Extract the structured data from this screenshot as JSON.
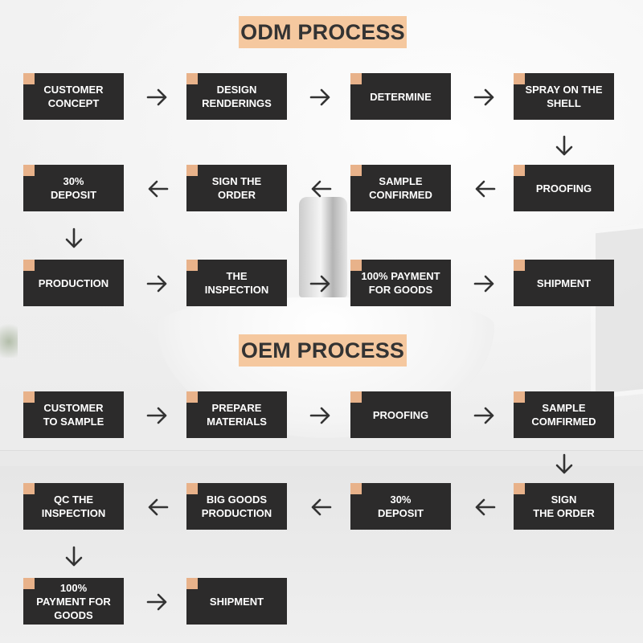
{
  "odm": {
    "title": "ODM PROCESS",
    "steps": [
      "CUSTOMER\nCONCEPT",
      "DESIGN\nRENDERINGS",
      "DETERMINE",
      "SPRAY ON THE\nSHELL",
      "PROOFING",
      "SAMPLE\nCONFIRMED",
      "SIGN THE\nORDER",
      "30%\nDEPOSIT",
      "PRODUCTION",
      "THE\nINSPECTION",
      "100% PAYMENT\nFOR GOODS",
      "SHIPMENT"
    ]
  },
  "oem": {
    "title": "OEM PROCESS",
    "steps": [
      "CUSTOMER\nTO SAMPLE",
      "PREPARE\nMATERIALS",
      "PROOFING",
      "SAMPLE\nCOMFIRMED",
      "SIGN\nTHE ORDER",
      "30%\nDEPOSIT",
      "BIG GOODS\nPRODUCTION",
      "QC THE\nINSPECTION",
      "100%\nPAYMENT FOR\nGOODS",
      "SHIPMENT"
    ]
  },
  "colors": {
    "box": "#2c2b2b",
    "corner_accent": "#e8b28a",
    "title_bg": "#f5c89f",
    "arrow": "#333333"
  }
}
